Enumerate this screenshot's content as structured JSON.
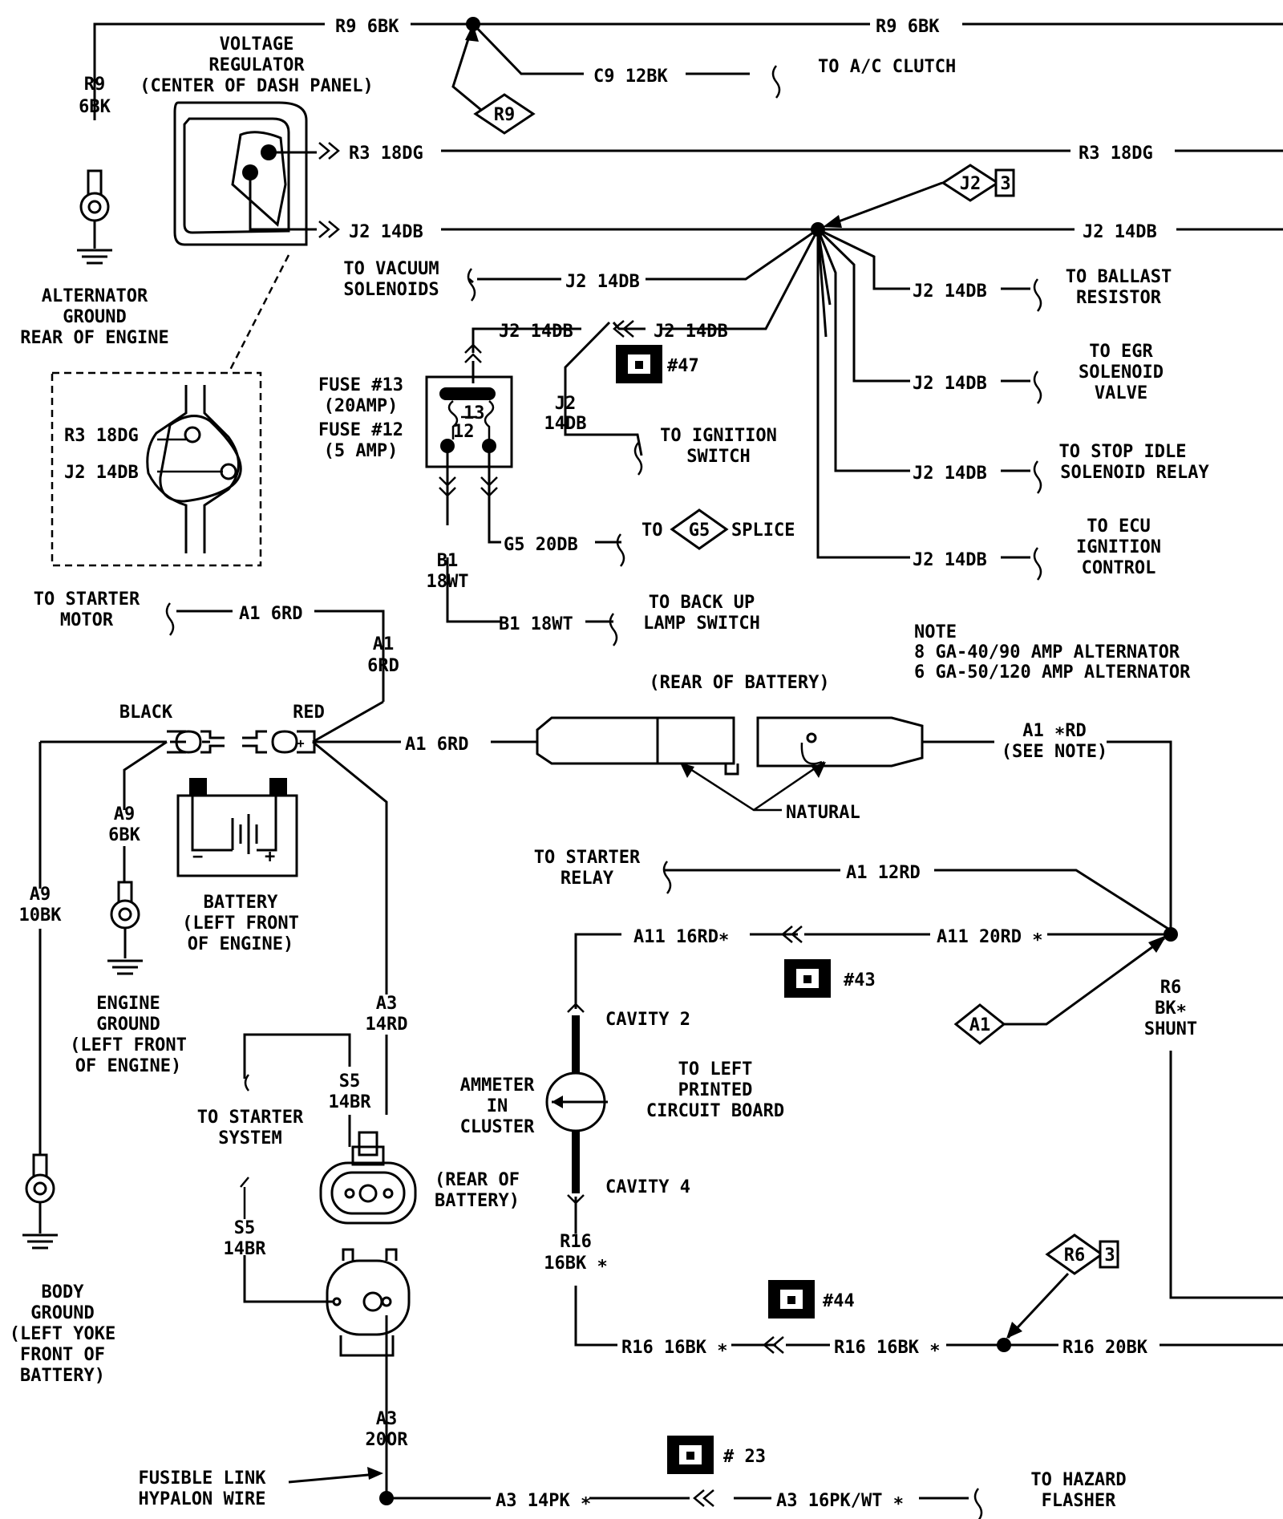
{
  "wires": {
    "r9_6bk_top_left": "R9 6BK",
    "r9_6bk_top_right": "R9 6BK",
    "r9_6bk_vertical": [
      "R9",
      "6BK"
    ],
    "c9_12bk": "C9 12BK",
    "r3_18dg_reg": "R3 18DG",
    "r3_18dg_right": "R3 18DG",
    "j2_14db_reg": "J2 14DB",
    "j2_14db_right": "J2 14DB",
    "j2_14db_vacuum": "J2 14DB",
    "j2_14db_fuse": "J2 14DB",
    "j2_14db_conn": "J2 14DB",
    "j2_14db_vertical": [
      "J2",
      "14DB"
    ],
    "j2_14db_ballast": "J2 14DB",
    "j2_14db_egr": "J2 14DB",
    "j2_14db_stop_idle": "J2 14DB",
    "j2_14db_ecu": "J2 14DB",
    "g5_20db": "G5 20DB",
    "b1_18wt_vertical": [
      "B1",
      "18WT"
    ],
    "b1_18wt": "B1 18WT",
    "a1_6rd_starter": "A1 6RD",
    "a1_6rd_vertical": [
      "A1",
      "6RD"
    ],
    "a1_6rd_battery": "A1 6RD",
    "a1_rd_note": [
      "A1 ∗RD",
      "(SEE NOTE)"
    ],
    "a1_12rd": "A1 12RD",
    "a11_16rd": "A11 16RD∗",
    "a11_20rd": "A11 20RD ∗",
    "a9_6bk": [
      "A9",
      "6BK"
    ],
    "a9_10bk": [
      "A9",
      "10BK"
    ],
    "a3_14rd": [
      "A3",
      "14RD"
    ],
    "s5_14br_upper": [
      "S5",
      "14BR"
    ],
    "s5_14br_lower": [
      "S5",
      "14BR"
    ],
    "a3_20or": [
      "A3",
      "20OR"
    ],
    "a3_14pk": "A3 14PK ∗",
    "a3_16pk_wt": "A3 16PK/WT ∗",
    "r16_16bk_vertical": [
      "R16",
      "16BK ∗"
    ],
    "r16_16bk_left": "R16 16BK ∗",
    "r16_16bk_mid": "R16 16BK ∗",
    "r16_20bk": "R16 20BK",
    "r6_shunt": [
      "R6",
      "BK∗",
      "SHUNT"
    ]
  },
  "labels": {
    "voltage_regulator": [
      "VOLTAGE",
      "REGULATOR",
      "(CENTER OF DASH PANEL)"
    ],
    "to_ac_clutch": "TO A/C CLUTCH",
    "alternator_ground": [
      "ALTERNATOR",
      "GROUND",
      "REAR OF ENGINE"
    ],
    "inset_r3": "R3 18DG",
    "inset_j2": "J2 14DB",
    "to_vacuum_solenoids": [
      "TO VACUUM",
      "SOLENOIDS"
    ],
    "fuse13": [
      "FUSE #13",
      "(20AMP)"
    ],
    "fuse12": [
      "FUSE #12",
      "(5 AMP)"
    ],
    "fuse_num_13": "13",
    "fuse_num_12": "12",
    "to_ignition_switch": [
      "TO IGNITION",
      "SWITCH"
    ],
    "to_ballast_resistor": [
      "TO BALLAST",
      "RESISTOR"
    ],
    "to_egr": [
      "TO EGR",
      "SOLENOID",
      "VALVE"
    ],
    "to_stop_idle": [
      "TO STOP IDLE",
      "SOLENOID RELAY"
    ],
    "to_ecu": [
      "TO ECU",
      "IGNITION",
      "CONTROL"
    ],
    "to_g5_splice_to": "TO",
    "to_g5_splice_splice": "SPLICE",
    "to_back_up_lamp": [
      "TO BACK UP",
      "LAMP SWITCH"
    ],
    "to_starter_motor": [
      "TO STARTER",
      "MOTOR"
    ],
    "note": [
      "NOTE",
      "8 GA-40/90 AMP ALTERNATOR",
      "6 GA-50/120 AMP ALTERNATOR"
    ],
    "rear_of_battery_top": "(REAR OF BATTERY)",
    "black": "BLACK",
    "red": "RED",
    "natural": "NATURAL",
    "battery": [
      "BATTERY",
      "(LEFT FRONT",
      "OF ENGINE)"
    ],
    "to_starter_relay": [
      "TO STARTER",
      "RELAY"
    ],
    "engine_ground": [
      "ENGINE",
      "GROUND",
      "(LEFT FRONT",
      "OF ENGINE)"
    ],
    "cavity2": "CAVITY 2",
    "cavity4": "CAVITY 4",
    "ammeter": [
      "AMMETER",
      "IN",
      "CLUSTER"
    ],
    "to_left_pcb": [
      "TO LEFT",
      "PRINTED",
      "CIRCUIT BOARD"
    ],
    "to_starter_system": [
      "TO STARTER",
      "SYSTEM"
    ],
    "rear_of_battery_conn": [
      "(REAR OF",
      "BATTERY)"
    ],
    "body_ground": [
      "BODY",
      "GROUND",
      "(LEFT YOKE",
      "FRONT OF",
      "BATTERY)"
    ],
    "fusible_link": [
      "FUSIBLE LINK",
      "HYPALON WIRE"
    ],
    "to_hazard_flasher": [
      "TO HAZARD",
      "FLASHER"
    ],
    "battery_minus": "−",
    "battery_plus": "+",
    "terminal_plus": "+"
  },
  "diamonds": {
    "r9": "R9",
    "j2": "J2",
    "j2_page": "3",
    "g5": "G5",
    "a1": "A1",
    "r6": "R6",
    "r6_page": "3"
  },
  "connectors": {
    "c47": "#47",
    "c43": "#43",
    "c44": "#44",
    "c23": "# 23"
  }
}
